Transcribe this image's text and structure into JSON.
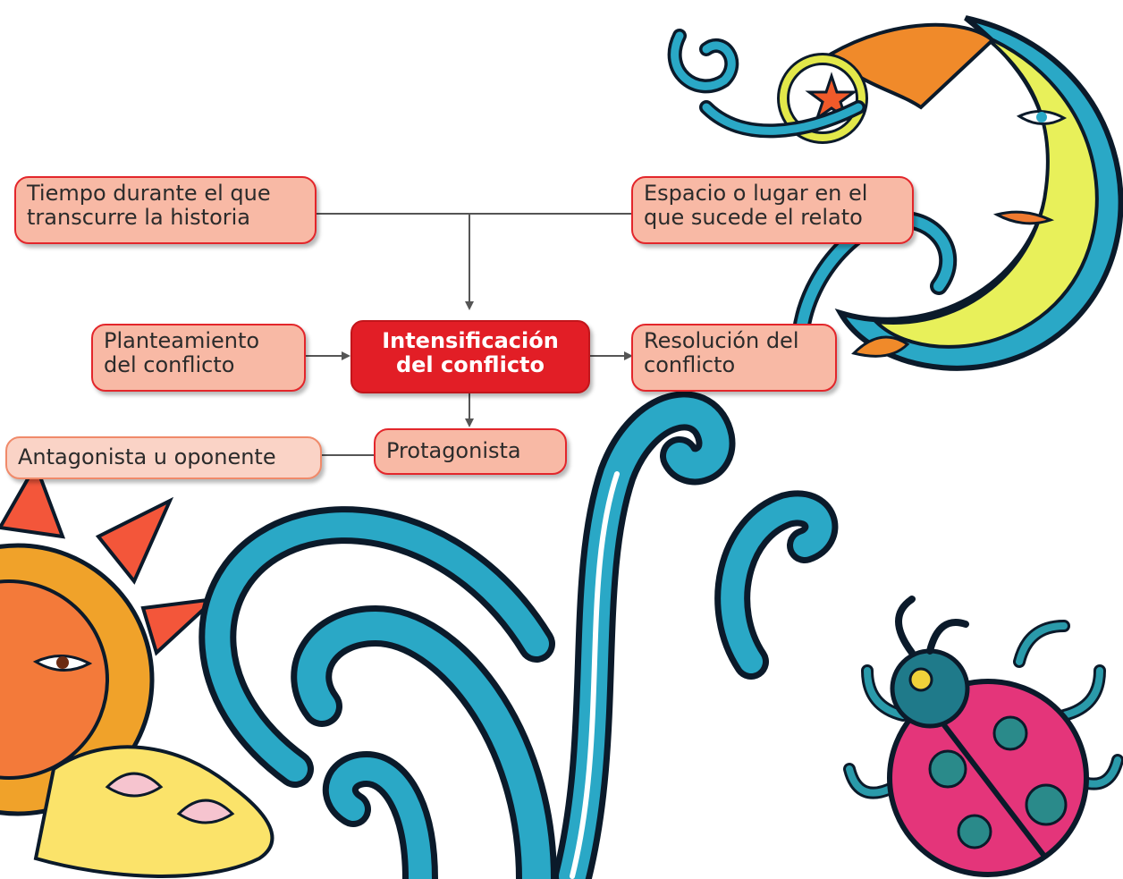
{
  "diagram": {
    "nodes": {
      "tiempo": {
        "line1": "Tiempo durante el que",
        "line2": "transcurre la historia"
      },
      "espacio": {
        "line1": "Espacio o lugar en el",
        "line2": "que sucede el relato"
      },
      "planteamiento": {
        "line1": "Planteamiento",
        "line2": "del conflicto"
      },
      "intensificacion": {
        "line1": "Intensificación",
        "line2": "del conflicto"
      },
      "resolucion": {
        "line1": "Resolución del",
        "line2": "conflicto"
      },
      "protagonista": {
        "label": "Protagonista"
      },
      "antagonista": {
        "label": "Antagonista u oponente"
      }
    },
    "edges": [
      {
        "from": "tiempo",
        "to": "intensificacion",
        "arrow": true
      },
      {
        "from": "espacio",
        "to": "intensificacion",
        "arrow": true
      },
      {
        "from": "planteamiento",
        "to": "intensificacion",
        "arrow": true
      },
      {
        "from": "intensificacion",
        "to": "resolucion",
        "arrow": true
      },
      {
        "from": "intensificacion",
        "to": "protagonista",
        "arrow": true
      },
      {
        "from": "protagonista",
        "to": "antagonista",
        "arrow": false
      }
    ],
    "colors": {
      "node_fill": "#f8b9a5",
      "node_border": "#e3262b",
      "central_fill": "#e21e26",
      "connector": "#555555"
    }
  },
  "illustrations": [
    "moon-illustration",
    "sun-illustration",
    "wave-swirls-illustration",
    "ladybug-illustration"
  ]
}
